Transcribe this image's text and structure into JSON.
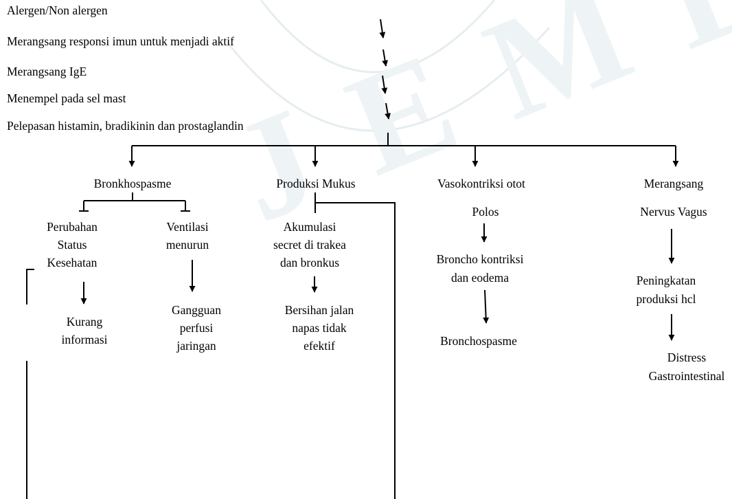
{
  "steps": [
    "Alergen/Non alergen",
    "Merangsang responsi imun untuk menjadi aktif",
    "Merangsang IgE",
    "Menempel pada sel mast",
    "Pelepasan histamin, bradikinin dan prostaglandin"
  ],
  "branches": {
    "bronkhospasme": {
      "title": "Bronkhospasme",
      "left": {
        "lines": [
          "Perubahan",
          "Status",
          "Kesehatan"
        ],
        "result": [
          "Kurang",
          "informasi"
        ]
      },
      "right": {
        "lines": [
          "Ventilasi",
          "menurun"
        ],
        "result": [
          "Gangguan",
          "perfusi",
          "jaringan"
        ]
      }
    },
    "mukus": {
      "title": "Produksi Mukus",
      "lines": [
        "Akumulasi",
        "secret di trakea",
        "dan bronkus"
      ],
      "result": [
        "Bersihan jalan",
        "napas tidak",
        "efektif"
      ]
    },
    "vaso": {
      "title": "Vasokontriksi otot",
      "sub": "Polos",
      "lines": [
        "Broncho kontriksi",
        "dan eodema"
      ],
      "result": "Bronchospasme"
    },
    "vagus": {
      "title": "Merangsang",
      "sub": "Nervus Vagus",
      "lines": [
        "Peningkatan",
        "produksi hcl"
      ],
      "result": [
        "Distress",
        "Gastrointestinal"
      ]
    }
  },
  "watermark": "JEMBER"
}
